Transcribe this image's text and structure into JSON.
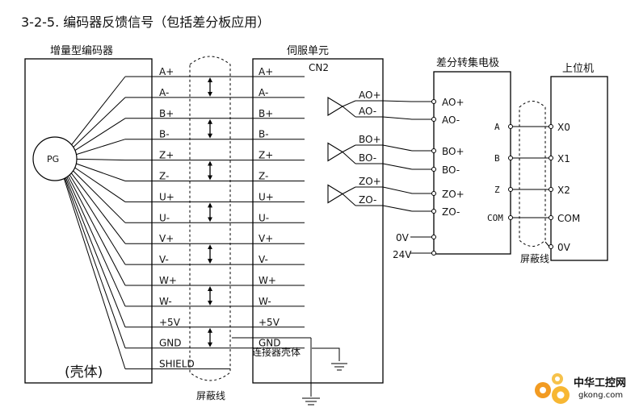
{
  "title": "3-2-5. 编码器反馈信号（包括差分板应用）",
  "encoder": {
    "label": "增量型编码器",
    "pg": "PG",
    "housing": "(壳体)",
    "pins": [
      "A+",
      "A-",
      "B+",
      "B-",
      "Z+",
      "Z-",
      "U+",
      "U-",
      "V+",
      "V-",
      "W+",
      "W-",
      "+5V",
      "GND",
      "SHIELD"
    ]
  },
  "servo": {
    "label": "伺服单元",
    "connector": "CN2",
    "pins": [
      "A+",
      "A-",
      "B+",
      "B-",
      "Z+",
      "Z-",
      "U+",
      "U-",
      "V+",
      "V-",
      "W+",
      "W-",
      "+5V",
      "GND"
    ],
    "housing": "连接器壳体",
    "outputs": [
      "AO+",
      "AO-",
      "BO+",
      "BO-",
      "ZO+",
      "ZO-"
    ]
  },
  "diffboard": {
    "label": "差分转集电极",
    "inputs": [
      "AO+",
      "AO-",
      "BO+",
      "BO-",
      "ZO+",
      "ZO-"
    ],
    "outputs": [
      "A",
      "B",
      "Z",
      "COM"
    ],
    "power": [
      "0V",
      "24V"
    ]
  },
  "host": {
    "label": "上位机",
    "inputs": [
      "X0",
      "X1",
      "X2",
      "COM",
      "0V"
    ]
  },
  "shield_label_1": "屏蔽线",
  "shield_label_2": "屏蔽线",
  "watermark": {
    "cn": "中华工控网",
    "en": "gkong.com"
  }
}
